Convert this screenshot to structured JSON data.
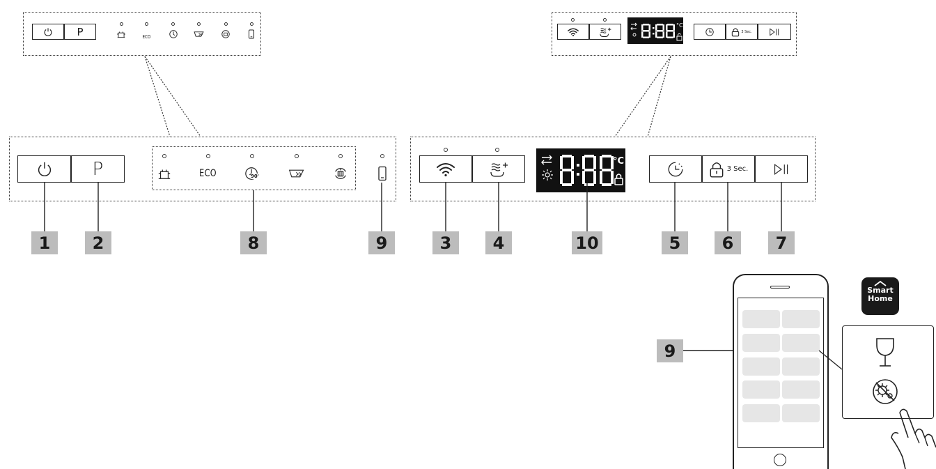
{
  "callouts": {
    "power": "1",
    "program": "2",
    "program_leds": "8",
    "app_led": "9",
    "wifi": "3",
    "extra_dry": "4",
    "display": "10",
    "delay": "5",
    "lock": "6",
    "start": "7",
    "phone": "9"
  },
  "left_panel": {
    "program_button": "P",
    "eco_label": "ECO",
    "quick_90_label": "90'"
  },
  "right_panel": {
    "lock_hint": "3 Sec.",
    "display_digits": "8:88",
    "display_unit": "°C"
  },
  "thumbnail": {
    "program_button": "P",
    "eco_label": "ECO",
    "lock_hint": "3 Sec.",
    "display_digits": "8:88"
  },
  "smart_home": {
    "line1": "Smart",
    "line2": "Home"
  },
  "app_popup": {
    "icons": [
      "wine-glass-icon",
      "antibacterial-icon"
    ]
  },
  "colors": {
    "callout_bg": "#bcbcbc",
    "display_bg": "#111111",
    "phone_cell": "#e6e6e6"
  }
}
